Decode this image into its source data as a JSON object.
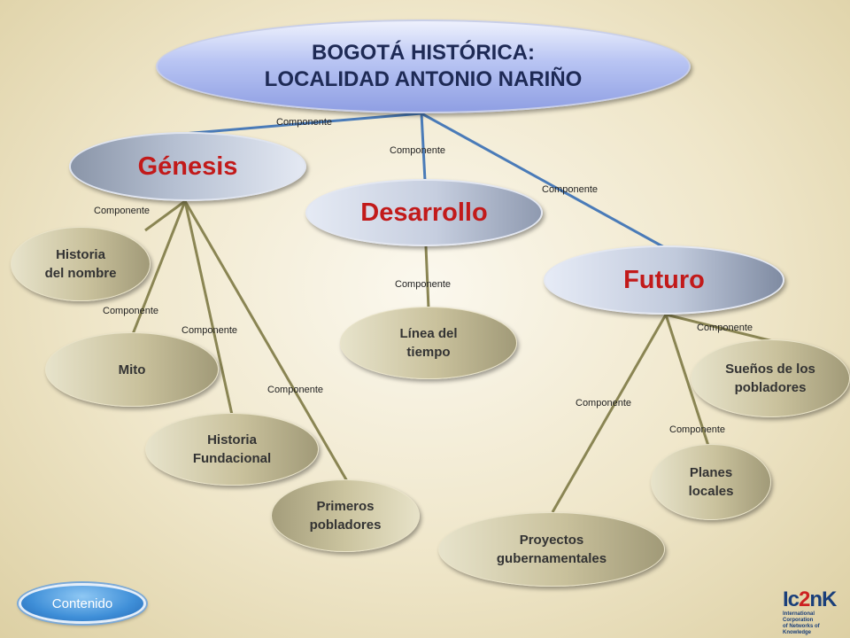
{
  "title": {
    "line1": "BOGOTÁ HISTÓRICA:",
    "line2": "LOCALIDAD ANTONIO NARIÑO"
  },
  "categories": {
    "genesis": "Génesis",
    "desarrollo": "Desarrollo",
    "futuro": "Futuro"
  },
  "leaves": {
    "historia_nombre": [
      "Historia",
      "del nombre"
    ],
    "mito": [
      "Mito"
    ],
    "historia_fundacional": [
      "Historia",
      "Fundacional"
    ],
    "primeros_pobladores": [
      "Primeros",
      "pobladores"
    ],
    "linea_tiempo": [
      "Línea del",
      "tiempo"
    ],
    "suenos_pobladores": [
      "Sueños de los",
      "pobladores"
    ],
    "planes_locales": [
      "Planes",
      "locales"
    ],
    "proyectos_gubernamentales": [
      "Proyectos",
      "gubernamentales"
    ]
  },
  "link_label": "Componente",
  "colors": {
    "top_link": "#4a7bb8",
    "sub_link": "#8a8553",
    "category_text": "#c21a1a"
  },
  "nav": {
    "contenido": "Contenido"
  },
  "logo": {
    "left": "Ic",
    "mid": "2",
    "right": "nK",
    "line1": "International Corporation",
    "line2": "of Networks of Knowledge"
  }
}
